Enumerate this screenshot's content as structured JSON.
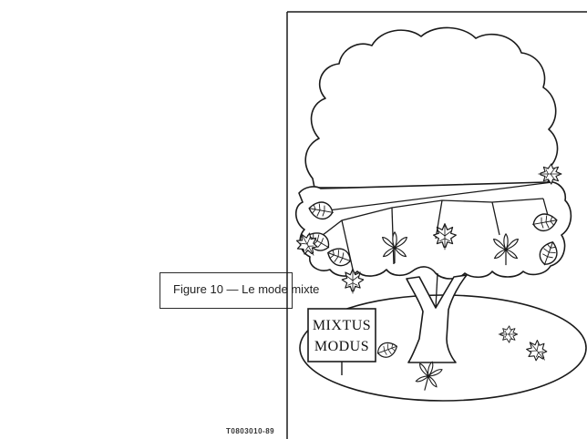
{
  "caption": {
    "text": "Figure 10 — Le mode mixte"
  },
  "sign": {
    "line1": "MIXTUS",
    "line2": "MODUS"
  },
  "reference_code": "T0803010-89",
  "colors": {
    "line": "#1a1a1a",
    "background": "#ffffff"
  }
}
